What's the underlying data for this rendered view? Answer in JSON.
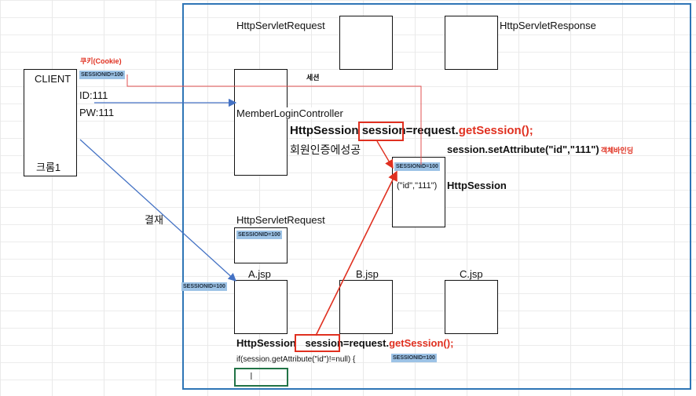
{
  "client": {
    "title": "CLIENT",
    "id": "ID:111",
    "pw": "PW:111",
    "browser": "크롬1"
  },
  "cookie": {
    "label": "쿠키(Cookie)",
    "tag": "SESSIONID=100"
  },
  "request_top": "HttpServletRequest",
  "response_top": "HttpServletResponse",
  "session_label": "세션",
  "controller": "MemberLoginController",
  "code1": {
    "type": "HttpSession",
    "var": "session",
    "eq": "=request.",
    "method": "getSession();"
  },
  "auth_success": "회원인증에성공",
  "set_attr": {
    "code": "session.setAttribute(\"id\",\"111\")",
    "note": "객체바인딩"
  },
  "session_box": {
    "tag": "SESSIONID=100",
    "value": "(\"id\",\"111\")",
    "label": "HttpSession"
  },
  "payment": "결재",
  "request_mid": {
    "label": "HttpServletRequest",
    "tag": "SESSIONID=100"
  },
  "arrow_tag": "SESSIONID=100",
  "jsps": [
    "A.jsp",
    "B.jsp",
    "C.jsp"
  ],
  "code2": {
    "type": "HttpSession",
    "var": "session",
    "eq": "=request.",
    "method": "getSession();"
  },
  "code2_tag": "SESSIONID=100",
  "code3": "if(session.getAttribute(\"id\")!=null) {",
  "cursor": "I",
  "colors": {
    "frame": "#2e75b6",
    "tag": "#9dc3e6",
    "accent_red": "#e03020",
    "arrow_blue": "#4472c4"
  }
}
